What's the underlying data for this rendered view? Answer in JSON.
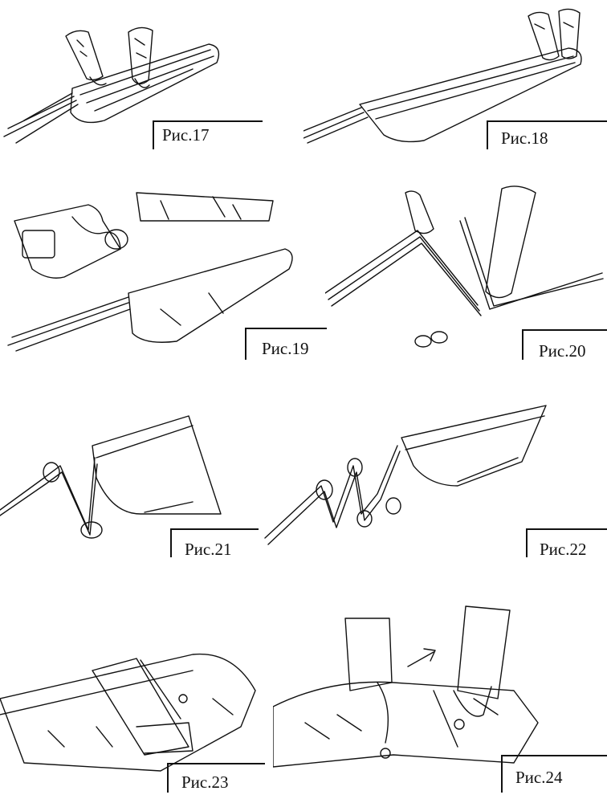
{
  "figures": [
    {
      "label": "Рис.17"
    },
    {
      "label": "Рис.18"
    },
    {
      "label": "Рис.19"
    },
    {
      "label": "Рис.20"
    },
    {
      "label": "Рис.21"
    },
    {
      "label": "Рис.22"
    },
    {
      "label": "Рис.23"
    },
    {
      "label": "Рис.24"
    }
  ],
  "colors": {
    "ink": "#111111",
    "paper": "#ffffff"
  }
}
